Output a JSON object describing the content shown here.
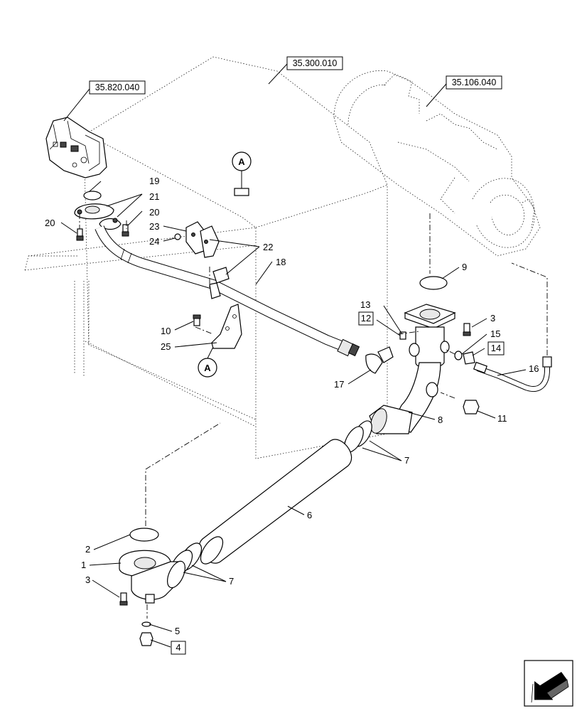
{
  "references": {
    "valve": "35.820.040",
    "tank": "35.300.010",
    "pump": "35.106.040"
  },
  "detail_marker": "A",
  "callouts": {
    "c1": "1",
    "c2": "2",
    "c3a": "3",
    "c3b": "3",
    "c4": "4",
    "c5": "5",
    "c6": "6",
    "c7a": "7",
    "c7b": "7",
    "c8": "8",
    "c9": "9",
    "c10": "10",
    "c11": "11",
    "c12": "12",
    "c13": "13",
    "c14": "14",
    "c15": "15",
    "c16": "16",
    "c17": "17",
    "c18": "18",
    "c19": "19",
    "c20a": "20",
    "c20b": "20",
    "c21": "21",
    "c22": "22",
    "c23": "23",
    "c24": "24",
    "c25": "25"
  },
  "nav_icon": "arrow-icon"
}
